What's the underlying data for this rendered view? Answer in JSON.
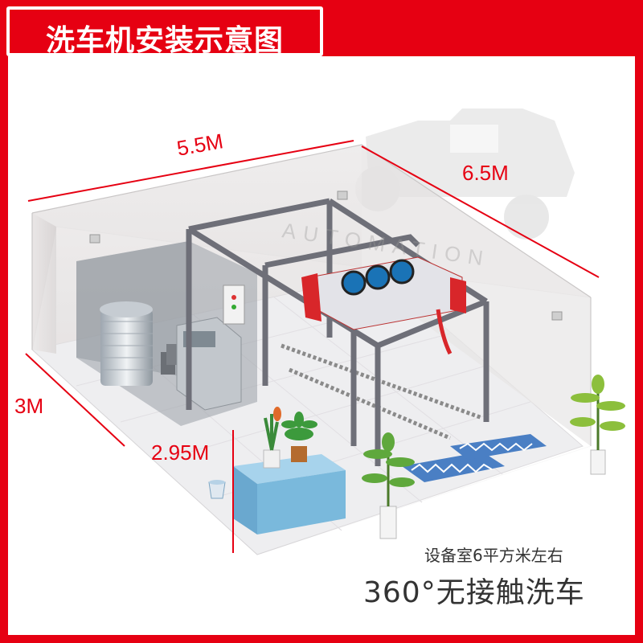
{
  "title": "洗车机安装示意图",
  "dimensions": {
    "length": "5.5M",
    "width": "6.5M",
    "height": "3M",
    "clearance": "2.95M"
  },
  "notes": {
    "equipment_room": "设备室6平方米左右",
    "slogan": "360°无接触洗车"
  },
  "watermark": "AUTOMATION",
  "colors": {
    "frame": "#e60012",
    "dimension_text": "#e60012",
    "gantry": "#6e6f78",
    "water_box": "#7ab9dc"
  }
}
